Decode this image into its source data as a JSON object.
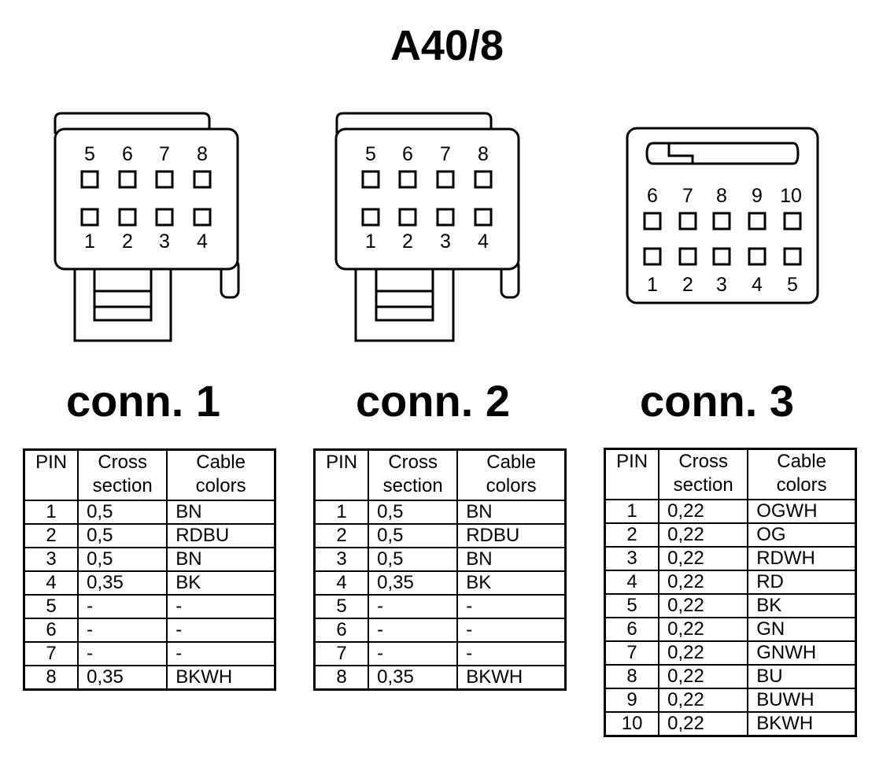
{
  "title": "A40/8",
  "connectors": [
    {
      "label": "conn. 1",
      "top_pins": [
        "5",
        "6",
        "7",
        "8"
      ],
      "bottom_pins": [
        "1",
        "2",
        "3",
        "4"
      ],
      "headers": [
        "PIN",
        "Cross section",
        "Cable colors"
      ],
      "rows": [
        [
          "1",
          "0,5",
          "BN"
        ],
        [
          "2",
          "0,5",
          "RDBU"
        ],
        [
          "3",
          "0,5",
          "BN"
        ],
        [
          "4",
          "0,35",
          "BK"
        ],
        [
          "5",
          "-",
          "-"
        ],
        [
          "6",
          "-",
          "-"
        ],
        [
          "7",
          "-",
          "-"
        ],
        [
          "8",
          "0,35",
          "BKWH"
        ]
      ]
    },
    {
      "label": "conn. 2",
      "top_pins": [
        "5",
        "6",
        "7",
        "8"
      ],
      "bottom_pins": [
        "1",
        "2",
        "3",
        "4"
      ],
      "headers": [
        "PIN",
        "Cross section",
        "Cable colors"
      ],
      "rows": [
        [
          "1",
          "0,5",
          "BN"
        ],
        [
          "2",
          "0,5",
          "RDBU"
        ],
        [
          "3",
          "0,5",
          "BN"
        ],
        [
          "4",
          "0,35",
          "BK"
        ],
        [
          "5",
          "-",
          "-"
        ],
        [
          "6",
          "-",
          "-"
        ],
        [
          "7",
          "-",
          "-"
        ],
        [
          "8",
          "0,35",
          "BKWH"
        ]
      ]
    },
    {
      "label": "conn. 3",
      "top_pins": [
        "6",
        "7",
        "8",
        "9",
        "10"
      ],
      "bottom_pins": [
        "1",
        "2",
        "3",
        "4",
        "5"
      ],
      "headers": [
        "PIN",
        "Cross section",
        "Cable colors"
      ],
      "rows": [
        [
          "1",
          "0,22",
          "OGWH"
        ],
        [
          "2",
          "0,22",
          "OG"
        ],
        [
          "3",
          "0,22",
          "RDWH"
        ],
        [
          "4",
          "0,22",
          "RD"
        ],
        [
          "5",
          "0,22",
          "BK"
        ],
        [
          "6",
          "0,22",
          "GN"
        ],
        [
          "7",
          "0,22",
          "GNWH"
        ],
        [
          "8",
          "0,22",
          "BU"
        ],
        [
          "9",
          "0,22",
          "BUWH"
        ],
        [
          "10",
          "0,22",
          "BKWH"
        ]
      ]
    }
  ]
}
